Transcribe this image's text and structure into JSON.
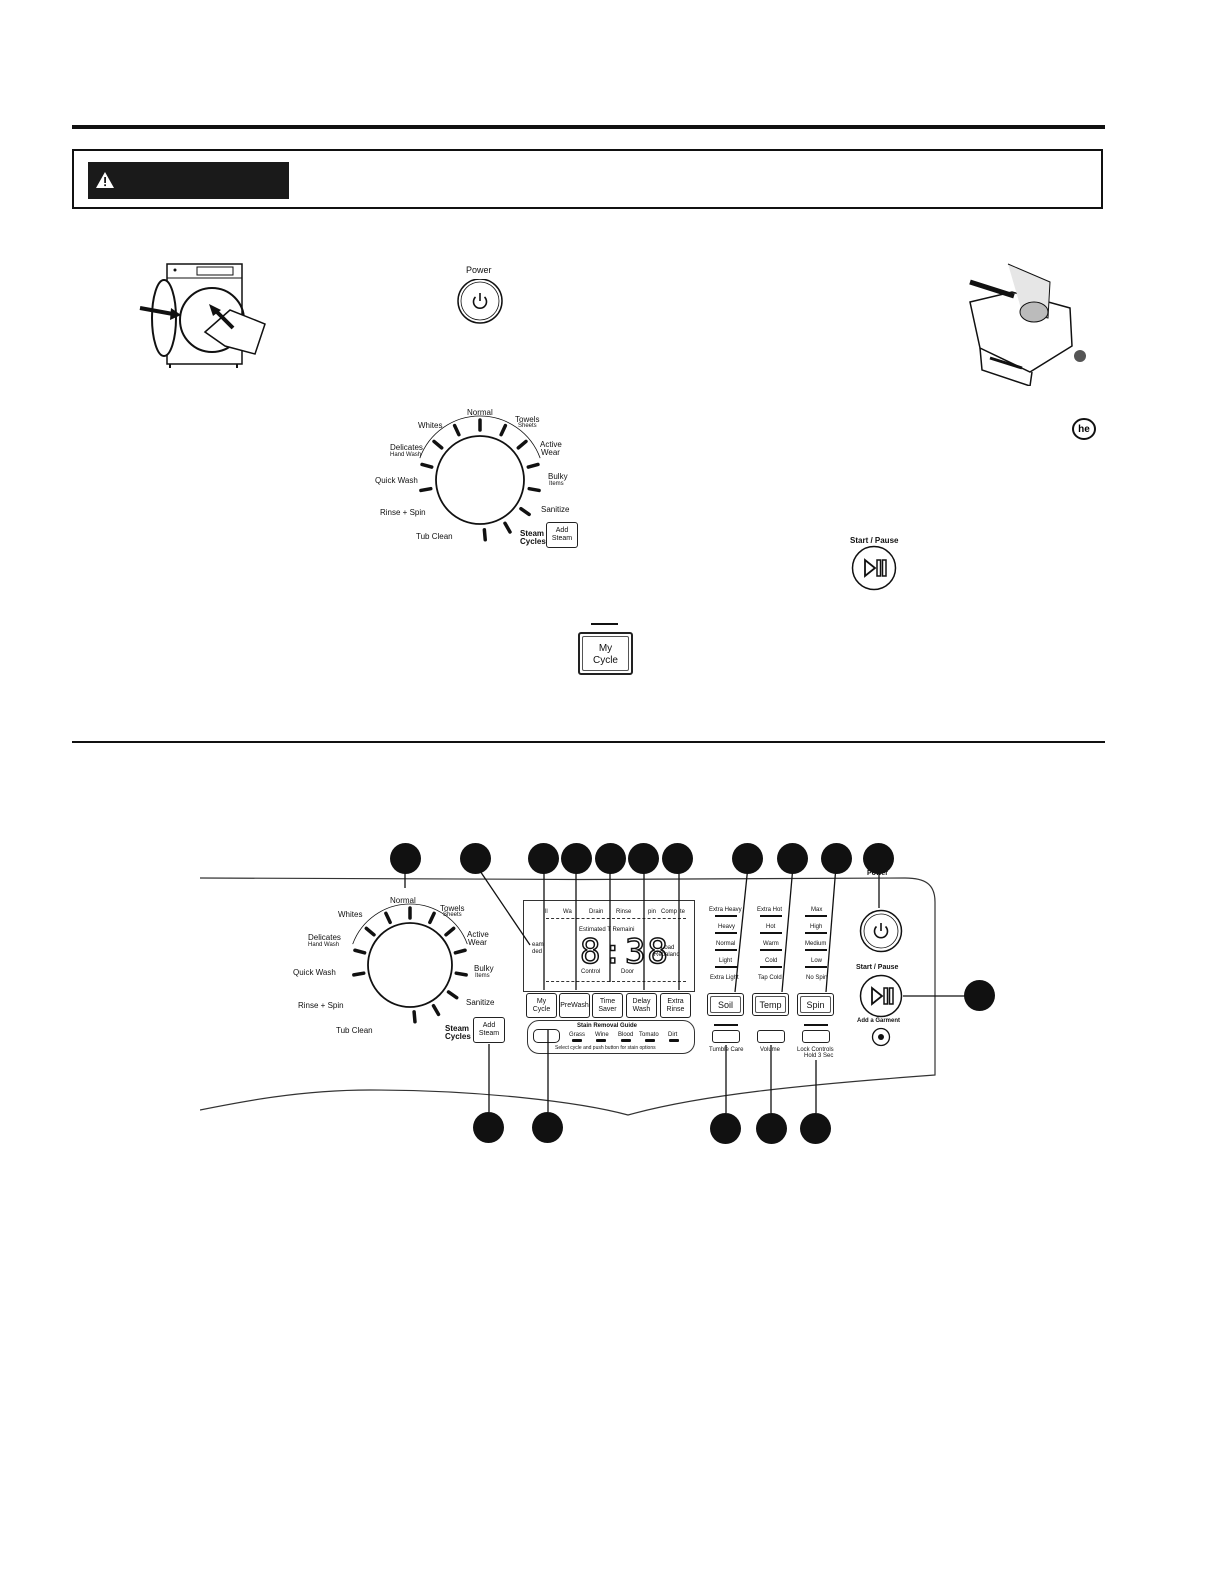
{
  "top_dial": {
    "cycles": [
      "Normal",
      "Whites",
      "Towels",
      "Sheets",
      "Delicates",
      "Hand Wash",
      "Active",
      "Wear",
      "Quick Wash",
      "Bulky",
      "Items",
      "Rinse + Spin",
      "Sanitize",
      "Tub Clean",
      "Steam",
      "Cycles"
    ],
    "add_steam": [
      "Add",
      "Steam"
    ]
  },
  "power_label": "Power",
  "start_pause_label": "Start / Pause",
  "my_cycle_button": [
    "My",
    "Cycle"
  ],
  "panel": {
    "dial": {
      "cycles": [
        "Normal",
        "Whites",
        "Towels",
        "Sheets",
        "Delicates",
        "Hand Wash",
        "Active",
        "Wear",
        "Quick Wash",
        "Bulky",
        "Items",
        "Rinse + Spin",
        "Sanitize",
        "Tub Clean",
        "Steam",
        "Cycles"
      ],
      "add_steam": [
        "Add",
        "Steam"
      ]
    },
    "display": {
      "status_row": [
        "ll",
        "Wa",
        "Drain",
        "Rinse",
        "pin",
        "Comp",
        "te"
      ],
      "estimated_time": "Estimated T   Remaini",
      "digits": "8:38",
      "left_text": [
        "eam",
        "ded"
      ],
      "right_text": [
        "Load",
        "Rebalanc"
      ],
      "control_lock": "Control",
      "door_lock": "Door"
    },
    "option_buttons": [
      [
        "My",
        "Cycle"
      ],
      [
        "PreWash"
      ],
      [
        "Time",
        "Saver"
      ],
      [
        "Delay",
        "Wash"
      ],
      [
        "Extra",
        "Rinse"
      ]
    ],
    "stain_guide": {
      "title": "Stain Removal Guide",
      "items": [
        "Grass",
        "Wine",
        "Blood",
        "Tomato",
        "Dirt"
      ],
      "hint": "Select cycle and push button for stain options"
    },
    "soil": {
      "label": "Soil",
      "levels": [
        "Extra Heavy",
        "Heavy",
        "Normal",
        "Light",
        "Extra Light"
      ]
    },
    "temp": {
      "label": "Temp",
      "levels": [
        "Extra Hot",
        "Hot",
        "Warm",
        "Cold",
        "Tap Cold"
      ]
    },
    "spin": {
      "label": "Spin",
      "levels": [
        "Max",
        "High",
        "Medium",
        "Low",
        "No Spin"
      ]
    },
    "tumble_care": "Tumble Care",
    "volume": "Volume",
    "lock_controls": [
      "Lock Controls",
      "Hold 3 Sec"
    ],
    "power": "Power",
    "start_pause": "Start / Pause",
    "add_garment": "Add a Garment"
  },
  "he_logo": "he",
  "colors": {
    "ink": "#111111",
    "panel_line": "#333333"
  }
}
